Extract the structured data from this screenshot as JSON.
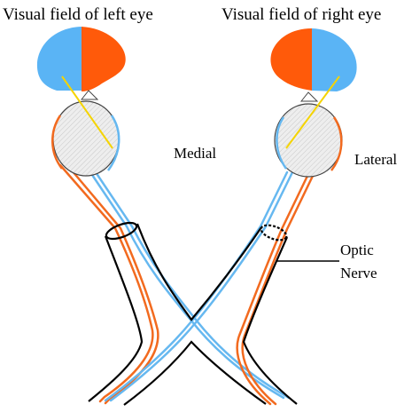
{
  "labels": {
    "left_title": "Visual field of left eye",
    "right_title": "Visual field of right eye",
    "medial": "Medial",
    "lateral": "Lateral",
    "optic_line1": "Optic",
    "optic_line2": "Nerve"
  },
  "colors": {
    "blue_field": "#5ab4f5",
    "orange_field": "#ff5a0a",
    "nerve_blue": "#66b8f0",
    "nerve_orange": "#f26a1f",
    "sightline": "#f5d400",
    "eyeball": "#e8e8e8",
    "outline": "#000000"
  }
}
